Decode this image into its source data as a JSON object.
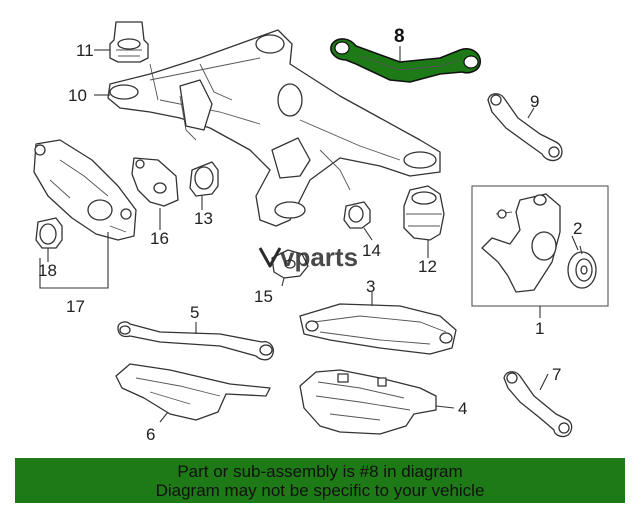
{
  "diagram": {
    "callouts": [
      "1",
      "2",
      "3",
      "4",
      "5",
      "6",
      "7",
      "8",
      "9",
      "10",
      "11",
      "12",
      "13",
      "14",
      "15",
      "16",
      "17",
      "18"
    ],
    "highlighted_part": "8",
    "highlight_color": "#1e7a17",
    "watermark": "vparts"
  },
  "banner": {
    "line1": "Part or sub-assembly is #8 in diagram",
    "line2": "Diagram may not be specific to your vehicle",
    "background": "#1e7a17"
  }
}
